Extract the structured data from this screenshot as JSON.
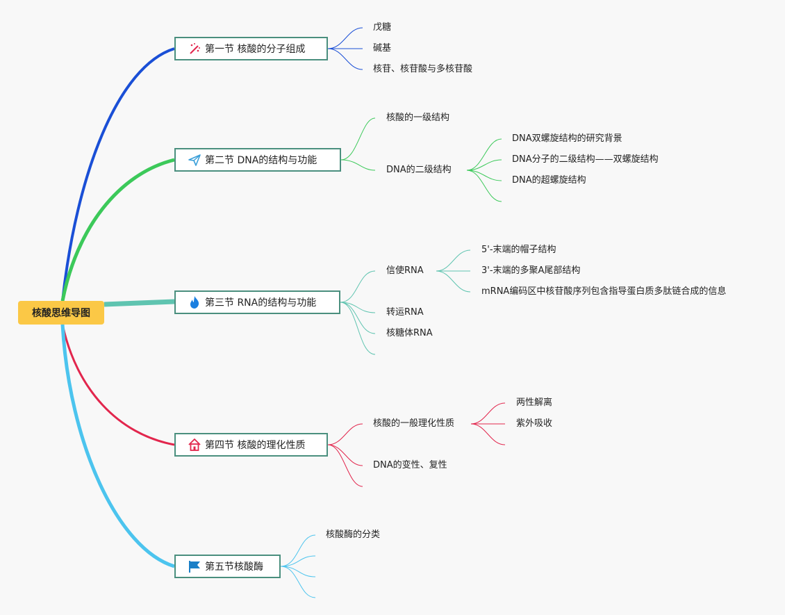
{
  "root": {
    "label": "核酸思维导图"
  },
  "sections": [
    {
      "label": "第一节 核酸的分子组成",
      "icon": "magic-wand-icon",
      "color": "#1a4fd6",
      "children": [
        "戊糖",
        "碱基",
        "核苷、核苷酸与多核苷酸"
      ]
    },
    {
      "label": "第二节 DNA的结构与功能",
      "icon": "paper-plane-icon",
      "color": "#3cc95a",
      "children": [
        "核酸的一级结构",
        "DNA的二级结构"
      ],
      "grandchildren": [
        "DNA双螺旋结构的研究背景",
        "DNA分子的二级结构——双螺旋结构",
        "DNA的超螺旋结构"
      ]
    },
    {
      "label": "第三节 RNA的结构与功能",
      "icon": "flame-icon",
      "color": "#5fc4b0",
      "children": [
        "信使RNA",
        "转运RNA",
        "核糖体RNA"
      ],
      "grandchildren": [
        "5'-末端的帽子结构",
        "3'-末端的多聚A尾部结构",
        "mRNA编码区中核苷酸序列包含指导蛋白质多肽链合成的信息"
      ]
    },
    {
      "label": "第四节 核酸的理化性质",
      "icon": "house-icon",
      "color": "#e2264d",
      "children": [
        "核酸的一般理化性质",
        "DNA的变性、复性"
      ],
      "grandchildren": [
        "两性解离",
        "紫外吸收"
      ]
    },
    {
      "label": "第五节核酸酶",
      "icon": "flag-icon",
      "color": "#4cc4ee",
      "children": [
        "核酸酶的分类"
      ]
    }
  ]
}
